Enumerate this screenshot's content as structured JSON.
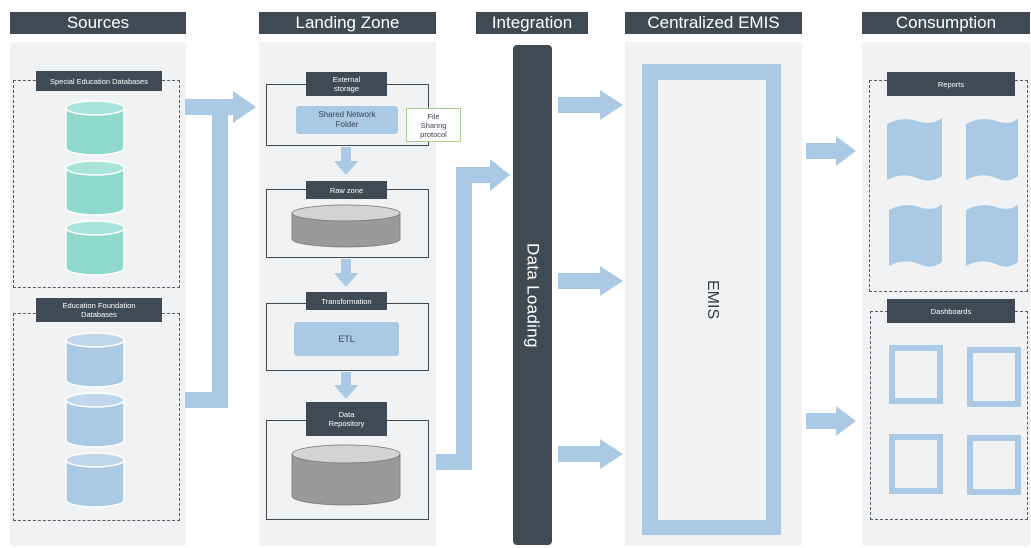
{
  "headers": {
    "sources": "Sources",
    "landing": "Landing Zone",
    "integration": "Integration",
    "emis": "Centralized EMIS",
    "consumption": "Consumption"
  },
  "sources": {
    "special_label": "Special Education Databases",
    "foundation_label_1": "Education Foundation",
    "foundation_label_2": "Databases"
  },
  "landing": {
    "external_1": "External",
    "external_2": "storage",
    "shared_1": "Shared Network",
    "shared_2": "Folder",
    "file_1": "File",
    "file_2": "Sharing",
    "file_3": "protocol",
    "raw": "Raw zone",
    "transformation": "Transformation",
    "etl": "ETL",
    "repo_1": "Data",
    "repo_2": "Repository"
  },
  "integration": {
    "label": "Data Loading"
  },
  "emis": {
    "label": "EMIS"
  },
  "consumption": {
    "reports": "Reports",
    "dashboards": "Dashboards"
  },
  "colors": {
    "header": "#3f4a55",
    "teal": "#8fd8cc",
    "blue": "#a9c9e4",
    "gray": "#9a9a9a",
    "arrow": "#a9c9e4"
  }
}
